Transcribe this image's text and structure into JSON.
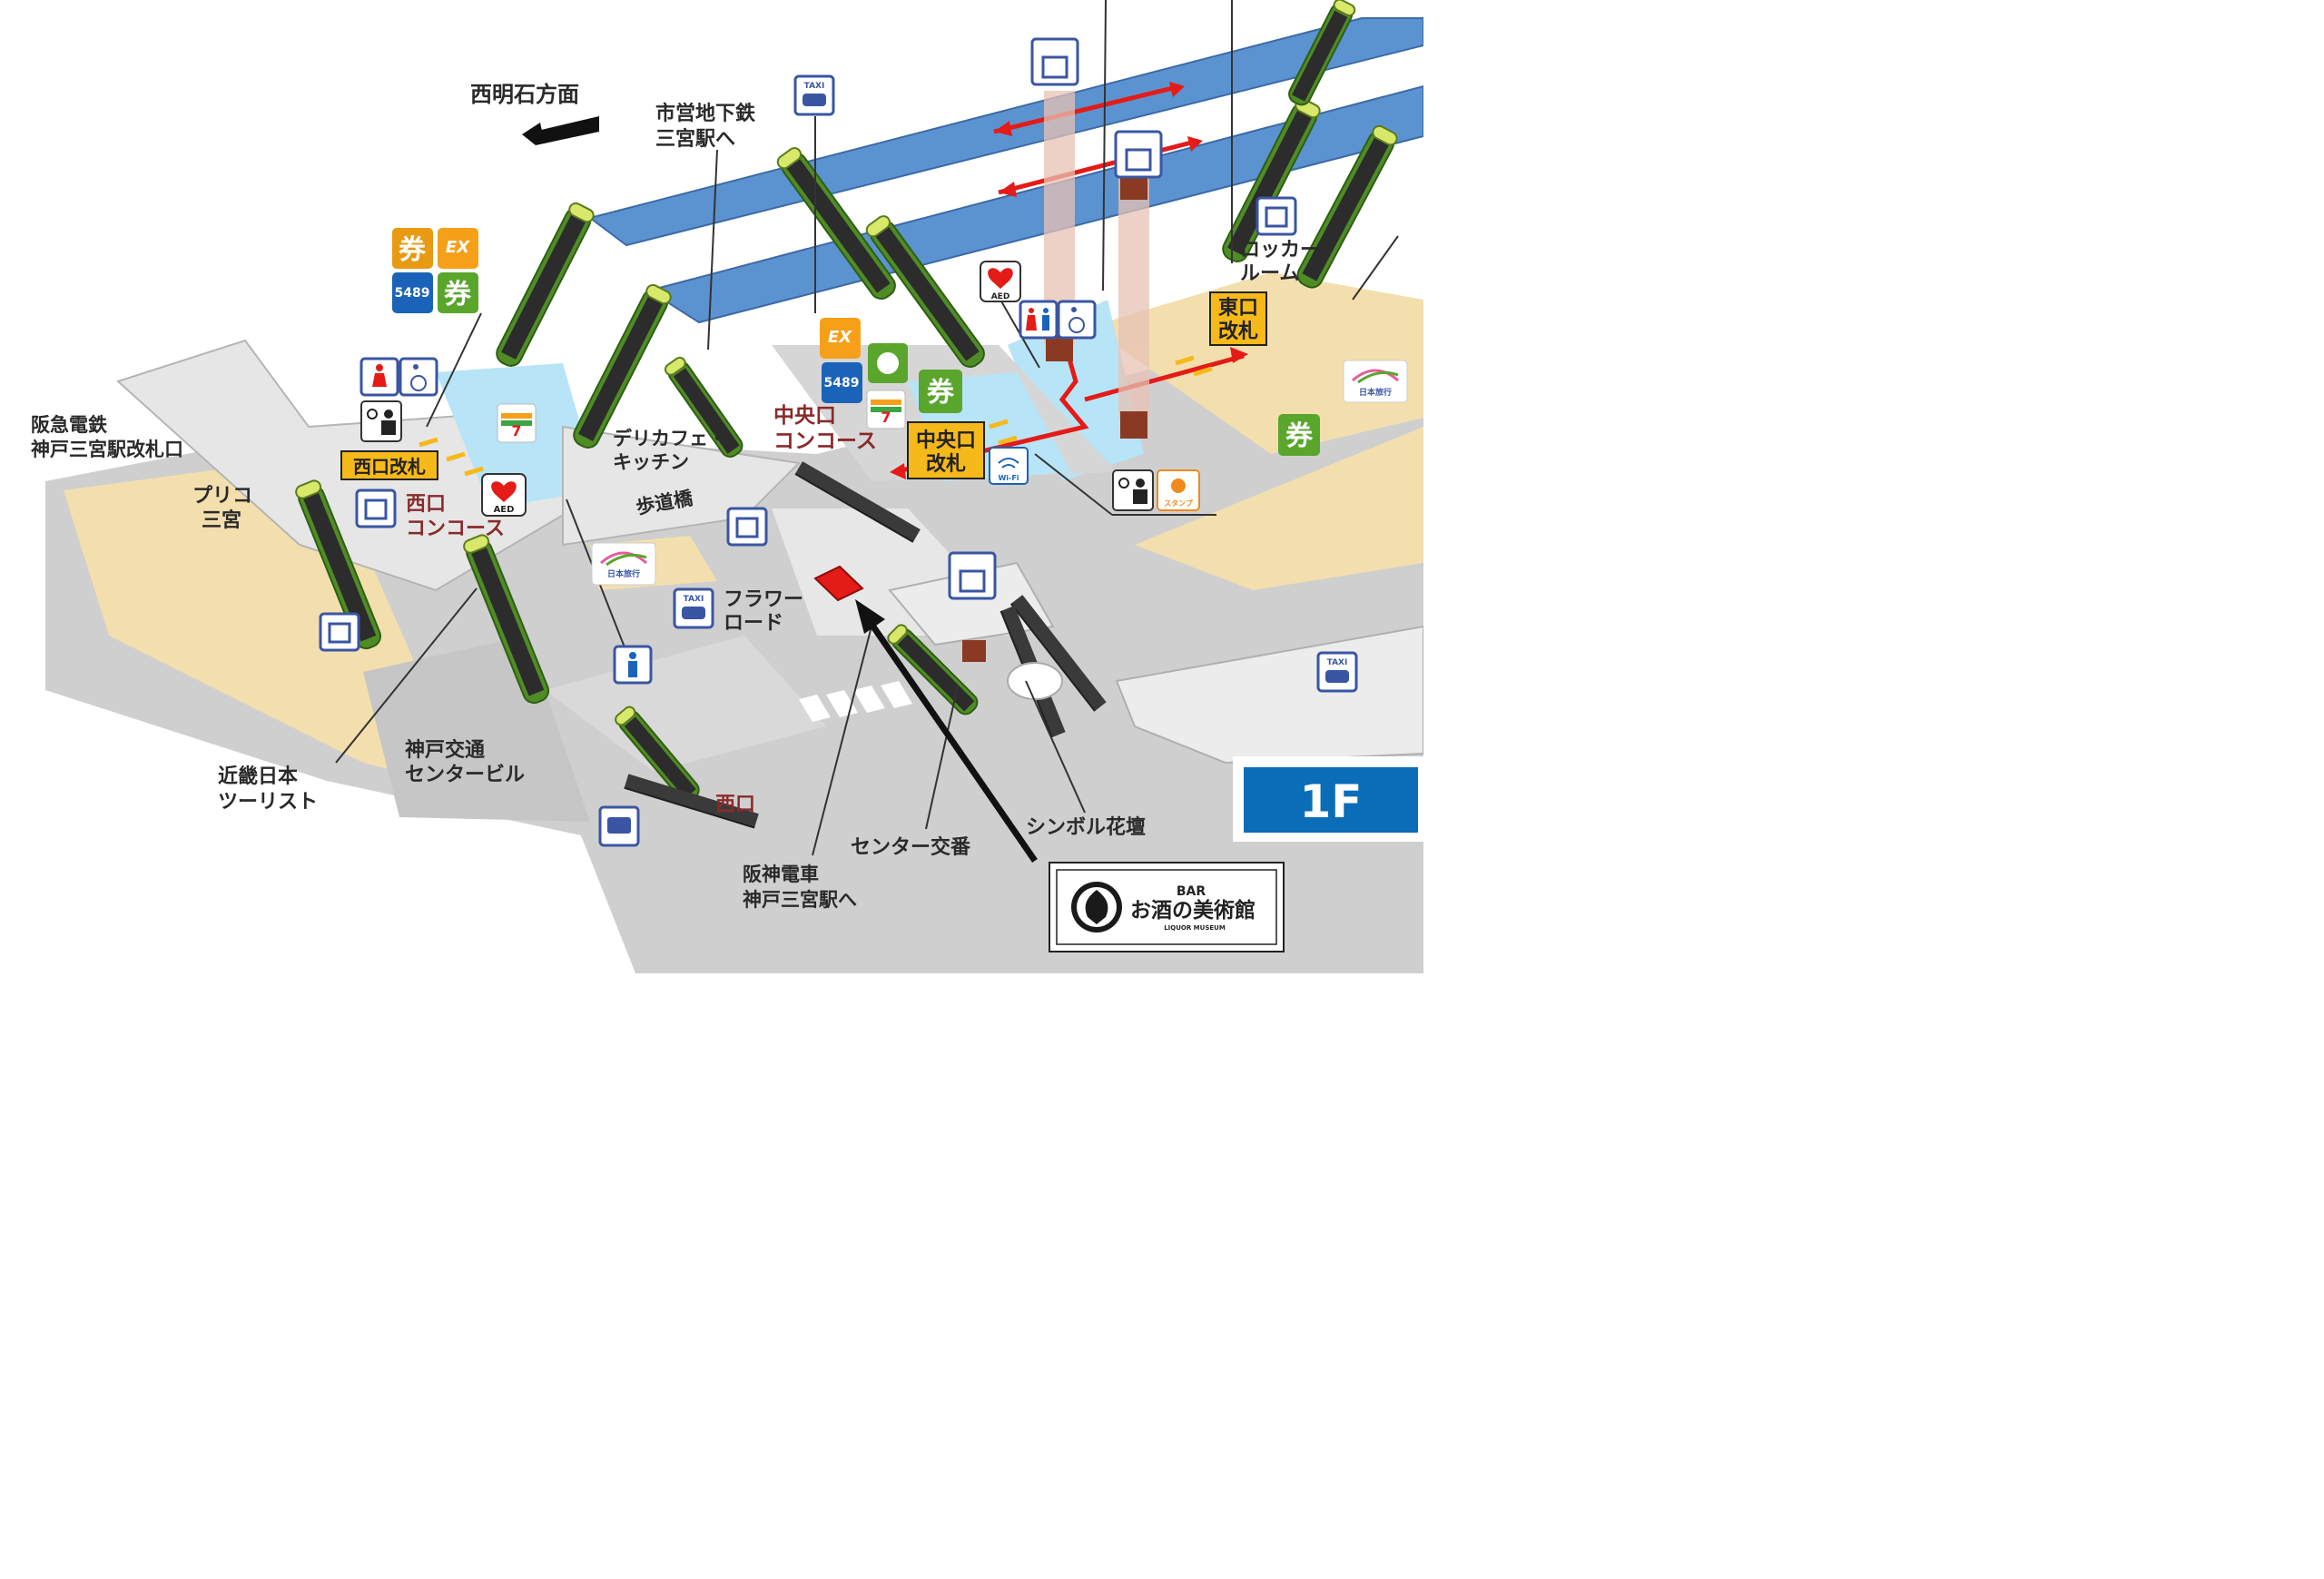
{
  "floor_label": "1F",
  "direction_label": "西明石方面",
  "places": {
    "subway": [
      "市営地下鉄",
      "三宮駅へ"
    ],
    "hankyu": [
      "阪急電鉄",
      "神戸三宮駅改札口"
    ],
    "purico": [
      "プリコ",
      "三宮"
    ],
    "west_concourse": [
      "西口",
      "コンコース"
    ],
    "deli": [
      "デリカフェ・",
      "キッチン"
    ],
    "footbridge": "歩道橋",
    "central_concourse": [
      "中央口",
      "コンコース"
    ],
    "flower_road": [
      "フラワー",
      "ロード"
    ],
    "locker_room": [
      "ロッカー",
      "ルーム"
    ],
    "kinki": [
      "近畿日本",
      "ツーリスト"
    ],
    "kotsu_center": [
      "神戸交通",
      "センタービル"
    ],
    "west_exit": "西口",
    "hanshin": [
      "阪神電車",
      "神戸三宮駅へ"
    ],
    "police_box": "センター交番",
    "symbol_flower": "シンボル花壇"
  },
  "gates": {
    "west": "西口改札",
    "central": [
      "中央口",
      "改札"
    ],
    "east": [
      "東口",
      "改札"
    ]
  },
  "icons": {
    "ticket": "券",
    "ex": "EX",
    "s489": "5489",
    "taxi": "TAXI",
    "aed": "AED",
    "wifi": "Wi-Fi",
    "stamp": "スタンプ",
    "nippon_travel": "日本旅行"
  },
  "logo": {
    "bar": "BAR",
    "name": "お酒の美術館",
    "sub": "LIQUOR MUSEUM"
  },
  "colors": {
    "platform_blue": "#5b93d1",
    "concourse_cream": "#f5deaa",
    "floor_gray": "#c9c9c9",
    "light_blue": "#b9e6f7",
    "escalator_green": "#5b9a2a",
    "gate_yellow": "#f6b91a",
    "marker_red": "#e41b17",
    "floor_badge_blue": "#0b6db8",
    "sign_blue": "#3a56a3"
  }
}
